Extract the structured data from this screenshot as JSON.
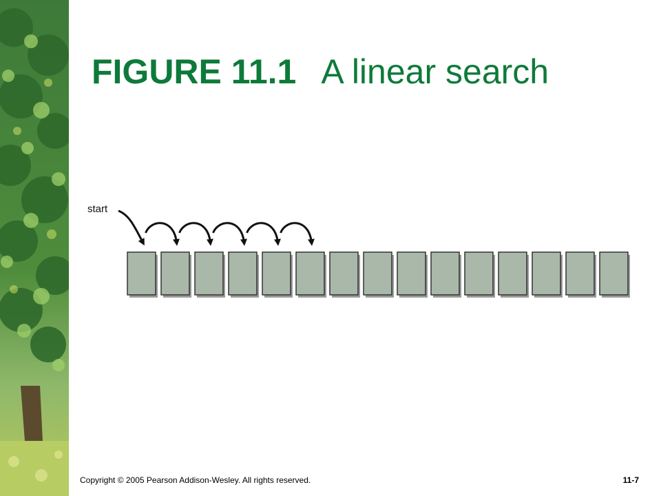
{
  "slide": {
    "figure_label": "FIGURE 11.1",
    "caption": "A linear search",
    "footer_copyright": "Copyright © 2005 Pearson Addison-Wesley. All rights reserved.",
    "page_number": "11-7"
  },
  "diagram": {
    "start_label": "start",
    "cell_count": 15,
    "hops": 6,
    "colors": {
      "cell_fill": "#a9b8a9",
      "cell_stroke": "#333333",
      "shadow": "#999999",
      "arrow": "#111111",
      "title": "#0e7a3a"
    }
  }
}
